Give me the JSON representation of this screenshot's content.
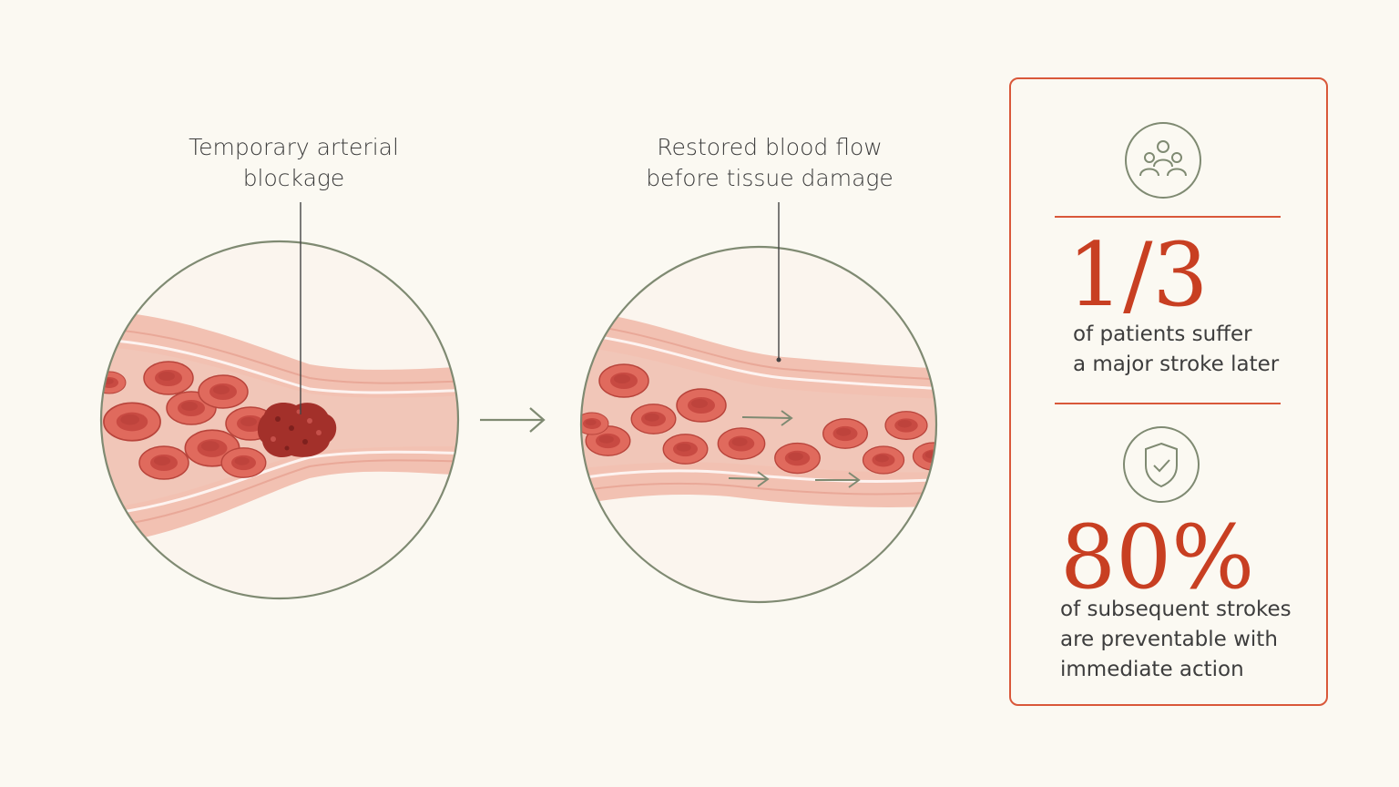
{
  "diagram": {
    "left_panel": {
      "label_lines": [
        "Temporary arterial",
        "blockage"
      ]
    },
    "right_panel": {
      "label_lines": [
        "Restored blood flow",
        "before tissue damage"
      ]
    }
  },
  "stats": {
    "first": {
      "icon": "people-group-icon",
      "value": "1/3",
      "text_lines": [
        "of patients suffer",
        "a major stroke later"
      ]
    },
    "second": {
      "icon": "shield-check-icon",
      "value": "80%",
      "text_lines": [
        "of subsequent strokes",
        "are preventable with",
        "immediate action"
      ]
    }
  },
  "colors": {
    "accent": "#d9583a",
    "accent_text": "#c83f22",
    "circle_stroke": "#7f8a72",
    "vessel_wall": "#f2c1b2",
    "vessel_lumen": "#f6d7cb",
    "blood_cell": "#d9574c",
    "clot": "#a3302a",
    "background": "#fbf9f2"
  }
}
